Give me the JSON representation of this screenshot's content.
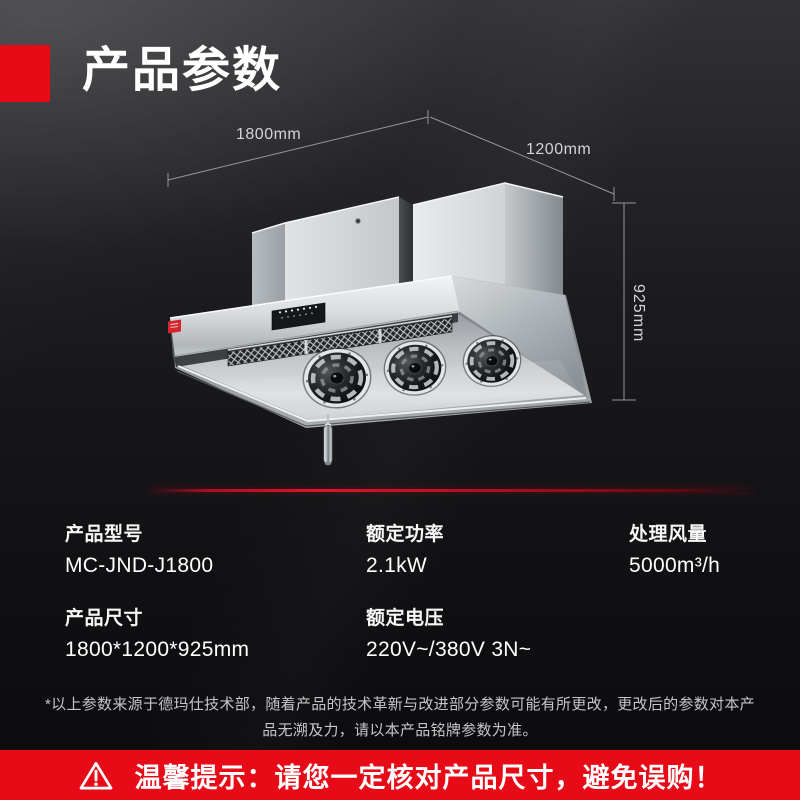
{
  "header": {
    "title": "产品参数"
  },
  "dimensions": {
    "width": "1800mm",
    "depth": "1200mm",
    "height": "925mm"
  },
  "specs": [
    {
      "label": "产品型号",
      "value": "MC-JND-J1800"
    },
    {
      "label": "额定功率",
      "value": "2.1kW"
    },
    {
      "label": "处理风量",
      "value": "5000m³/h"
    },
    {
      "label": "产品尺寸",
      "value": "1800*1200*925mm"
    },
    {
      "label": "额定电压",
      "value": "220V~/380V 3N~"
    }
  ],
  "disclaimer": {
    "line1": "*以上参数来源于德玛仕技术部，随着产品的技术革新与改进部分参数可能有所更改，更改后的参数对本产",
    "line2": "品无溯及力，请以本产品铭牌参数为准。"
  },
  "notice": {
    "text": "温馨提示：请您一定核对产品尺寸，避免误购！"
  },
  "colors": {
    "accent_red": "#e60b17",
    "divider_red": "#de1425",
    "metal_silver": "#d3d7d9"
  }
}
